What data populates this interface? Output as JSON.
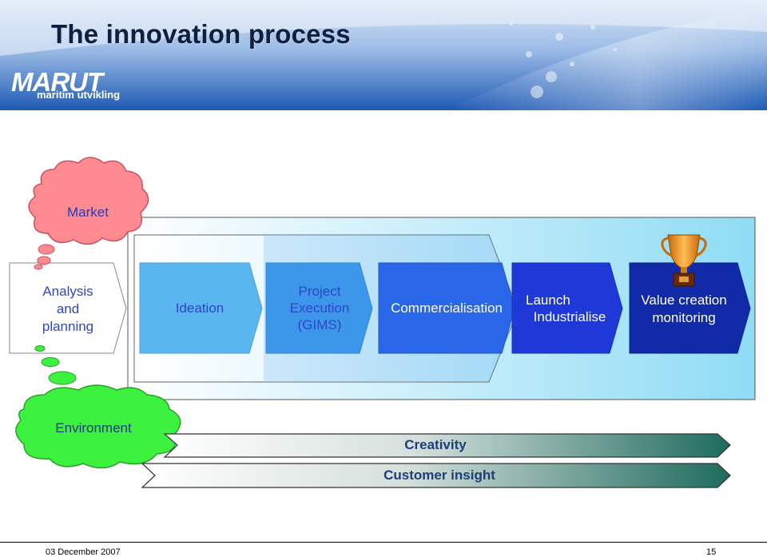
{
  "header": {
    "title": "The innovation process",
    "logo_word": "MARUT",
    "logo_sub": "maritim utvikling"
  },
  "clouds": {
    "market": "Market",
    "environment": "Environment"
  },
  "stages": [
    {
      "lines": [
        "Analysis",
        "and",
        "planning"
      ]
    },
    {
      "lines": [
        "Ideation"
      ]
    },
    {
      "lines": [
        "Project",
        "Execution",
        "(GIMS)"
      ]
    },
    {
      "lines": [
        "Commercialisation"
      ]
    },
    {
      "lines": [
        "Launch",
        "Industrialise"
      ]
    },
    {
      "lines": [
        "Value creation",
        "monitoring"
      ]
    }
  ],
  "bands": {
    "creativity": "Creativity",
    "customer_insight": "Customer insight"
  },
  "footer": {
    "date": "03 December 2007",
    "page": "15"
  },
  "colors": {
    "header_dark": "#1b56b0",
    "header_light": "#dbe7f7",
    "market_cloud": "#ff8a8f",
    "environment_cloud": "#3df23f",
    "stage_text_dark": "#2d46c9",
    "band_dark": "#1e6b5e"
  }
}
